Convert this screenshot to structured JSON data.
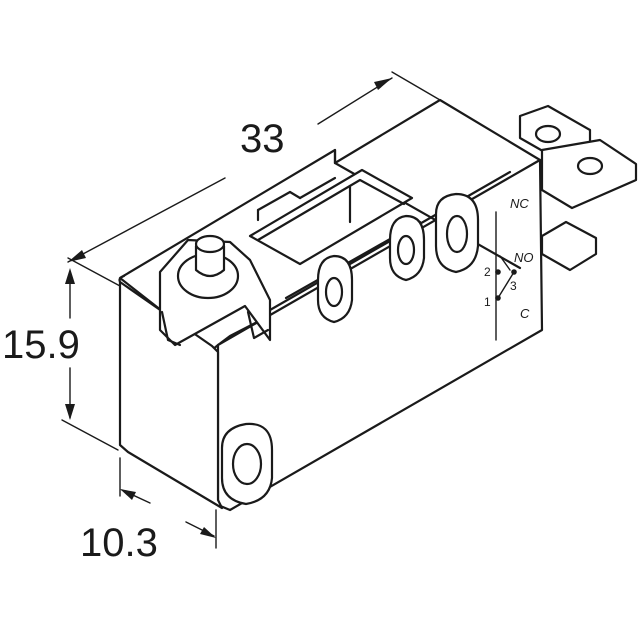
{
  "dimensions": {
    "length": "33",
    "height": "15.9",
    "width": "10.3"
  },
  "terminals": {
    "nc": "NC",
    "no": "NO",
    "c": "C",
    "pin2": "2",
    "pin3": "3",
    "pin1": "1"
  }
}
